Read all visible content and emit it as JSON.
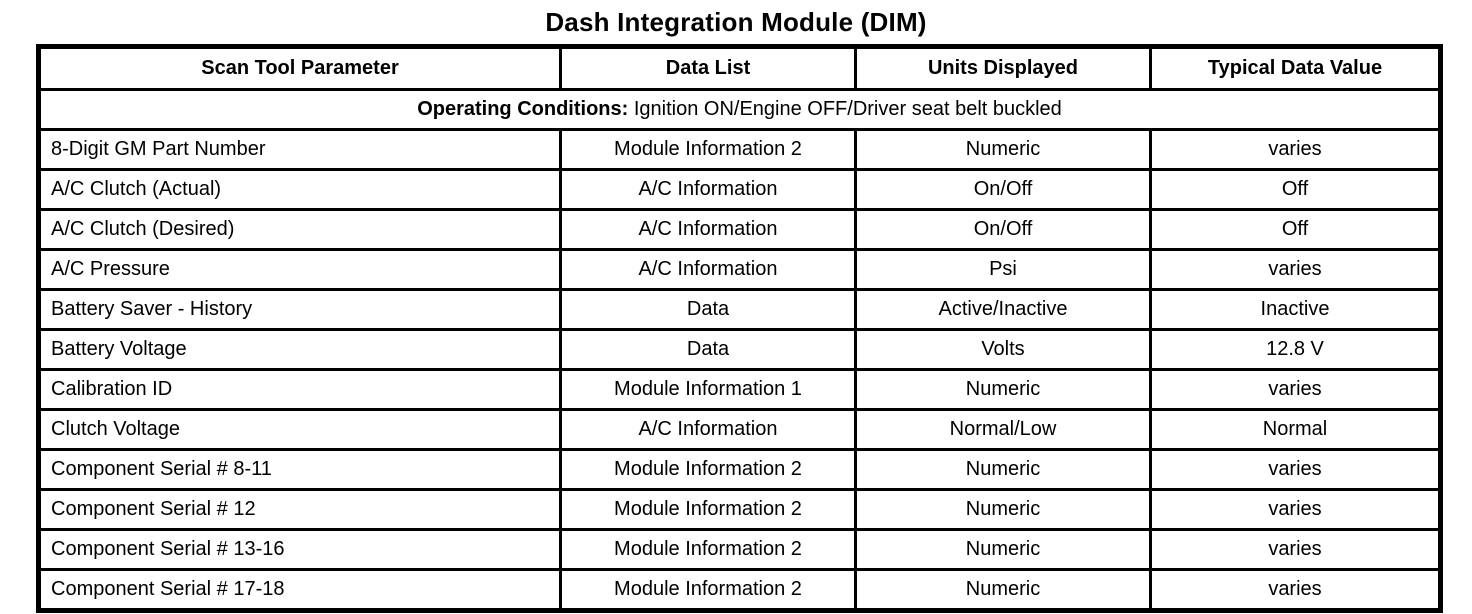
{
  "title": "Dash Integration Module (DIM)",
  "table": {
    "columns": [
      "Scan Tool Parameter",
      "Data List",
      "Units Displayed",
      "Typical Data Value"
    ],
    "column_keys": [
      "scan-tool-parameter",
      "data-list",
      "units-displayed",
      "typical-data-value"
    ],
    "operating_conditions": {
      "label": "Operating Conditions:",
      "text": " Ignition ON/Engine OFF/Driver seat belt buckled"
    },
    "rows": [
      [
        "8-Digit GM Part Number",
        "Module Information 2",
        "Numeric",
        "varies"
      ],
      [
        "A/C Clutch (Actual)",
        "A/C Information",
        "On/Off",
        "Off"
      ],
      [
        "A/C Clutch (Desired)",
        "A/C Information",
        "On/Off",
        "Off"
      ],
      [
        "A/C Pressure",
        "A/C Information",
        "Psi",
        "varies"
      ],
      [
        "Battery Saver - History",
        "Data",
        "Active/Inactive",
        "Inactive"
      ],
      [
        "Battery Voltage",
        "Data",
        "Volts",
        "12.8 V"
      ],
      [
        "Calibration ID",
        "Module Information 1",
        "Numeric",
        "varies"
      ],
      [
        "Clutch Voltage",
        "A/C Information",
        "Normal/Low",
        "Normal"
      ],
      [
        "Component Serial # 8-11",
        "Module Information 2",
        "Numeric",
        "varies"
      ],
      [
        "Component Serial # 12",
        "Module Information 2",
        "Numeric",
        "varies"
      ],
      [
        "Component Serial # 13-16",
        "Module Information 2",
        "Numeric",
        "varies"
      ],
      [
        "Component Serial # 17-18",
        "Module Information 2",
        "Numeric",
        "varies"
      ]
    ],
    "colors": {
      "border": "#000000",
      "text": "#000000",
      "background": "#ffffff"
    }
  }
}
